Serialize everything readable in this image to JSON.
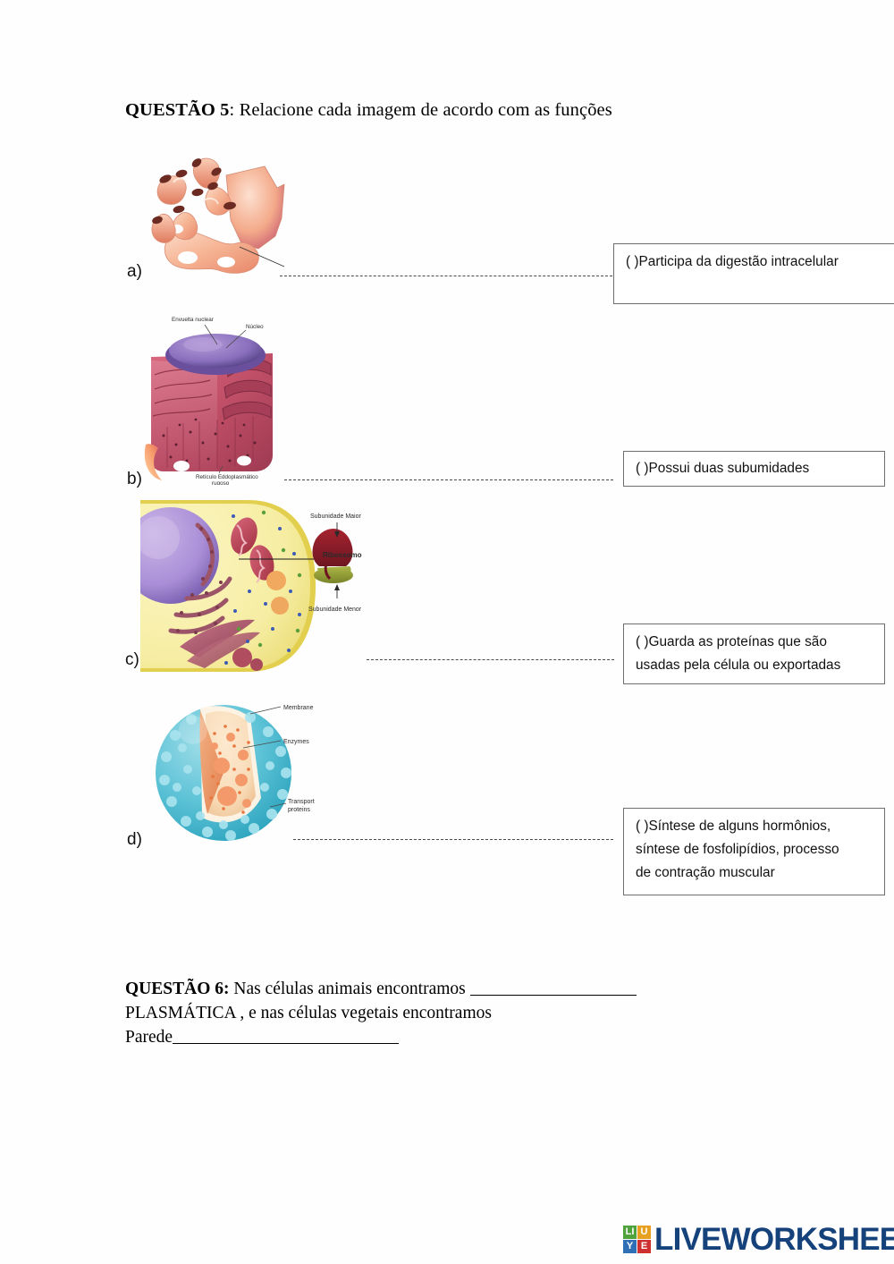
{
  "question5": {
    "label": "QUESTÃO 5",
    "separator": ": ",
    "prompt": "Relacione cada imagem de acordo com as funções",
    "items": [
      {
        "letter": "a)",
        "figure_name": "smooth-endoplasmic-reticulum"
      },
      {
        "letter": "b)",
        "figure_name": "rough-endoplasmic-reticulum"
      },
      {
        "letter": "c)",
        "figure_name": "cell-with-ribosome-detail"
      },
      {
        "letter": "d)",
        "figure_name": "lysosome"
      }
    ],
    "answers": [
      {
        "lines": [
          "(  )Participa da digestão intracelular"
        ]
      },
      {
        "lines": [
          "(  )Possui duas subumidades"
        ]
      },
      {
        "lines": [
          "(  )Guarda as proteínas que são",
          "usadas pela célula ou exportadas"
        ]
      },
      {
        "lines": [
          "(  )Síntese de alguns hormônios,",
          "síntese de fosfolipídios, processo",
          "de contração muscular"
        ]
      }
    ]
  },
  "figure_labels": {
    "rough_er": {
      "nuclear_envelope": "Envuelta nuclear",
      "nucleus": "Núcleo",
      "rough_er_line1": "Retículo Eddoplasmático",
      "rough_er_line2": "rugoso"
    },
    "ribosome": {
      "large_subunit": "Subunidade Maior",
      "name": "Ribossomo",
      "small_subunit": "Subunidade Menor"
    },
    "lysosome": {
      "membrane": "Membrane",
      "enzymes": "Enzymes",
      "transport_line1": "Transport",
      "transport_line2": "proteins"
    }
  },
  "question6": {
    "label": "QUESTÃO 6:",
    "line1_before": " Nas células animais encontramos ",
    "line2": "PLASMÁTICA , e nas células vegetais encontramos",
    "line3_before": "Parede"
  },
  "footer": {
    "logo_cells": [
      "LI",
      "U",
      "Y",
      "E"
    ],
    "logo_colors": [
      "#4fa23c",
      "#e8a020",
      "#2f6fb5",
      "#cf3030"
    ],
    "brand": "LIVEWORKSHEETS",
    "brand_color": "#15427b"
  }
}
